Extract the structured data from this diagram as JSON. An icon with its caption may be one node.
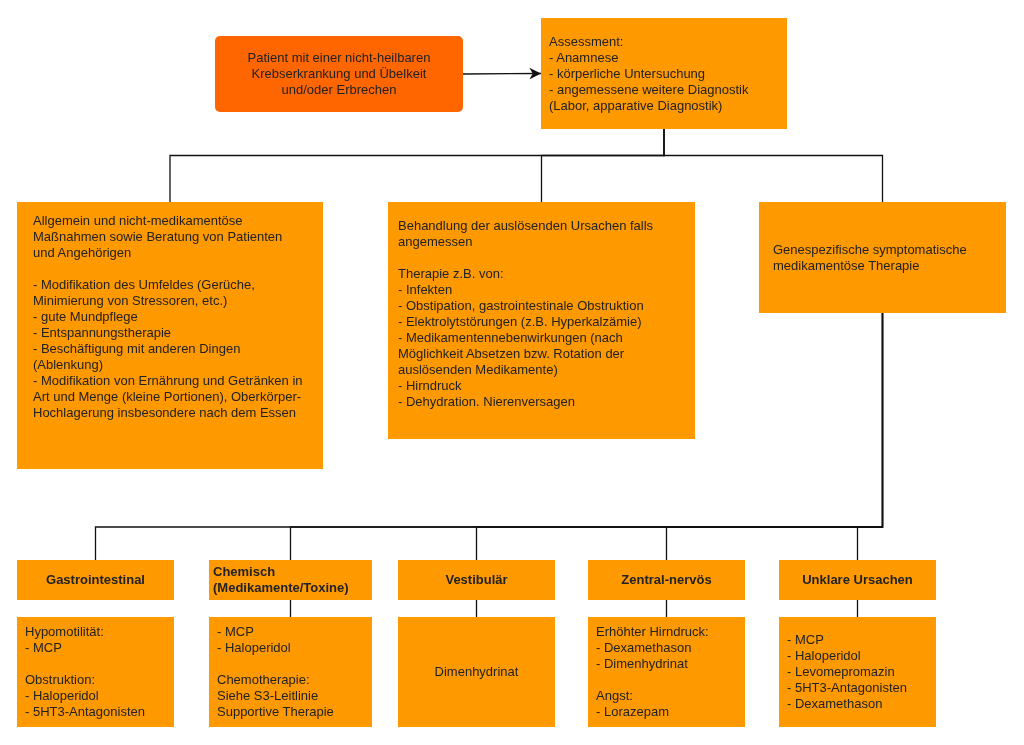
{
  "diagram": {
    "nodes": [
      {
        "text": [
          "Patient mit einer nicht-heilbaren Krebserkrankung und Übelkeit und/oder Erbrechen"
        ]
      },
      {
        "text": [
          "Assessment:",
          "- Anamnese",
          "- körperliche Untersuchung",
          "- angemessene weitere Diagnostik (Labor, apparative Diagnostik)"
        ]
      },
      {
        "text": [
          "Allgemein und nicht-medikamentöse Maßnahmen sowie Beratung von Patienten und Angehörigen",
          "- Modifikation des Umfeldes (Gerüche, Minimierung von Stressoren, etc.)",
          "- gute Mundpflege",
          "- Entspannungstherapie",
          "- Beschäftigung mit anderen Dingen (Ablenkung)",
          "- Modifikation von Ernährung und Getränken in Art und Menge (kleine Portionen), Oberkörper-Hochlagerung insbesondere nach dem Essen"
        ]
      },
      {
        "text": [
          "Behandlung der auslösenden Ursachen falls angemessen",
          "Therapie z.B. von:",
          "- Infekten",
          "- Obstipation, gastrointestinale Obstruktion",
          "- Elektrolytstörungen (z.B. Hyperkalzämie)",
          "- Medikamentennebenwirkungen (nach Möglichkeit Absetzen bzw. Rotation der auslösenden Medikamente)",
          "- Hirndruck",
          "- Dehydration. Nierenversagen"
        ]
      },
      {
        "text": [
          "Genespezifische symptomatische medikamentöse Therapie"
        ]
      },
      {
        "text": [
          "Gastrointestinal"
        ]
      },
      {
        "text": [
          "Chemisch (Medikamente/Toxine)"
        ]
      },
      {
        "text": [
          "Vestibulär"
        ]
      },
      {
        "text": [
          "Zentral-nervös"
        ]
      },
      {
        "text": [
          "Unklare Ursachen"
        ]
      },
      {
        "text": [
          "Hypomotilität:",
          "- MCP",
          "Obstruktion:",
          "- Haloperidol",
          "- 5HT3-Antagonisten"
        ]
      },
      {
        "text": [
          "- MCP",
          "- Haloperidol",
          "Chemotherapie:",
          "Siehe S3-Leitlinie Supportive Therapie"
        ]
      },
      {
        "text": [
          "Dimenhydrinat"
        ]
      },
      {
        "text": [
          "Erhöhter Hirndruck:",
          "- Dexamethason",
          "- Dimenhydrinat",
          "Angst:",
          "- Lorazepam"
        ]
      },
      {
        "text": [
          "- MCP",
          "- Haloperidol",
          "- Levomepromazin",
          "- 5HT3-Antagonisten",
          "- Dexamethason"
        ]
      }
    ],
    "edges": [
      {
        "from": 0,
        "to": 1,
        "arrow": "to"
      },
      {
        "from": 1,
        "to": 2,
        "arrow": "none"
      },
      {
        "from": 1,
        "to": 3,
        "arrow": "none"
      },
      {
        "from": 1,
        "to": 4,
        "arrow": "none"
      },
      {
        "from": 4,
        "to": 5,
        "arrow": "none"
      },
      {
        "from": 4,
        "to": 6,
        "arrow": "none"
      },
      {
        "from": 4,
        "to": 7,
        "arrow": "none"
      },
      {
        "from": 4,
        "to": 8,
        "arrow": "none"
      },
      {
        "from": 4,
        "to": 9,
        "arrow": "none"
      },
      {
        "from": 6,
        "to": 11,
        "arrow": "none"
      },
      {
        "from": 7,
        "to": 12,
        "arrow": "none"
      },
      {
        "from": 8,
        "to": 13,
        "arrow": "none"
      },
      {
        "from": 9,
        "to": 14,
        "arrow": "none"
      }
    ]
  }
}
